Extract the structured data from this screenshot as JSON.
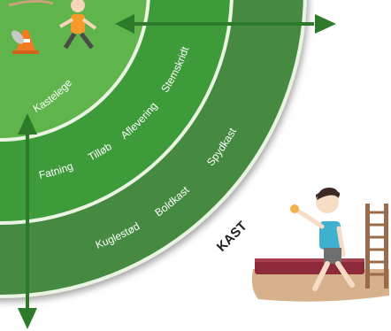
{
  "colors": {
    "outer_ring": "#448a3f",
    "middle_ring": "#3e9b3a",
    "inner_ring": "#5fb44b",
    "ring_divider": "#eaf4e3",
    "arrow": "#2d7b2a",
    "mat": "#8e2b3a",
    "floor": "#d7b08c"
  },
  "diagram": {
    "inner_ring_labels": [
      "Kastelege"
    ],
    "middle_ring_labels": [
      "Fatning",
      "Tilløb",
      "Aflevering",
      "Stemskridt"
    ],
    "outer_ring_labels": [
      "Kuglestød",
      "Boldkast",
      "Spydkast"
    ],
    "section_title": "KAST"
  },
  "icons": {
    "arrows": "double-headed-arrow-icon",
    "figures": [
      "juggling-child-icon",
      "traffic-cone-icon",
      "throwing-boy-icon",
      "wall-bars-icon"
    ]
  }
}
